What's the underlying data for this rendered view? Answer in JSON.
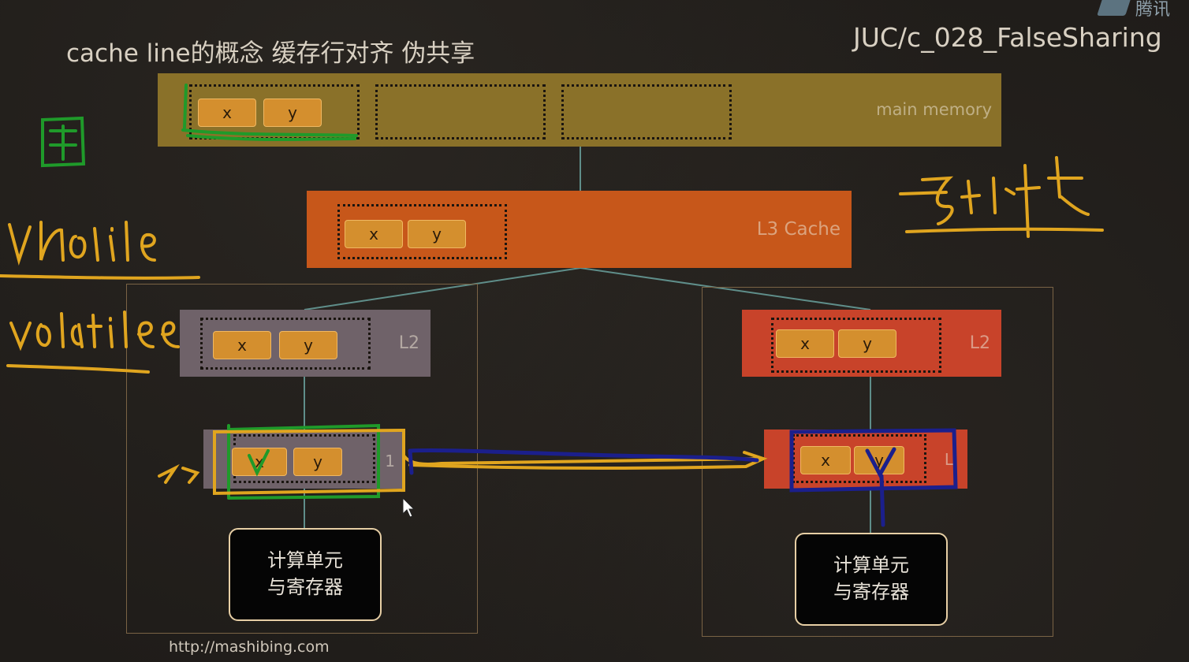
{
  "slide": {
    "title": "cache line的概念 缓存行对齐 伪共享",
    "project": "JUC/c_028_FalseSharing",
    "brand": "腾讯",
    "footer": "http://mashibing.com"
  },
  "main_memory": {
    "label": "main memory",
    "color": "#8a7129",
    "vars": [
      "x",
      "y"
    ]
  },
  "l3": {
    "label": "L3 Cache",
    "color": "#c7571a",
    "vars": [
      "x",
      "y"
    ]
  },
  "core_left": {
    "l2": {
      "label": "L2",
      "color": "#6f6269",
      "vars": [
        "x",
        "y"
      ]
    },
    "l1": {
      "label": "1",
      "color": "#6f6269",
      "vars": [
        "x",
        "y"
      ]
    },
    "alu": {
      "line1": "计算单元",
      "line2": "与寄存器"
    }
  },
  "core_right": {
    "l2": {
      "label": "L2",
      "color": "#c8432a",
      "vars": [
        "x",
        "y"
      ]
    },
    "l1": {
      "label": "L",
      "color": "#c8432a",
      "vars": [
        "x",
        "y"
      ]
    },
    "alu": {
      "line1": "计算单元",
      "line2": "与寄存器"
    }
  },
  "colors": {
    "connector": "#5f8e8a",
    "annotation_yellow": "#e0a51f",
    "annotation_green": "#1f9a2a",
    "annotation_blue": "#1b1f8c"
  },
  "icons": {
    "brand_logo": "tencent-logo-icon",
    "cursor": "mouse-pointer-icon"
  }
}
